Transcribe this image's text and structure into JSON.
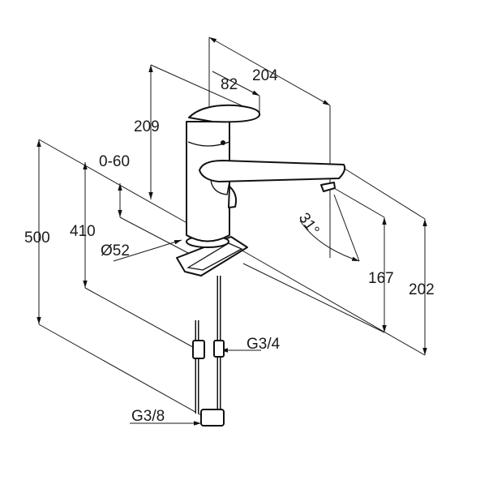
{
  "drawing": {
    "title": "Faucet dimension drawing",
    "dimensions": {
      "spout_reach": "204",
      "handle_reach": "82",
      "height_above_spout": "209",
      "deck_thickness": "0-60",
      "total_height": "500",
      "hose_length": "410",
      "base_diameter": "Ø52",
      "swivel_angle": "31°",
      "spout_outlet_height": "167",
      "spout_height": "202",
      "thread_upper": "G3/4",
      "thread_lower": "G3/8"
    }
  }
}
